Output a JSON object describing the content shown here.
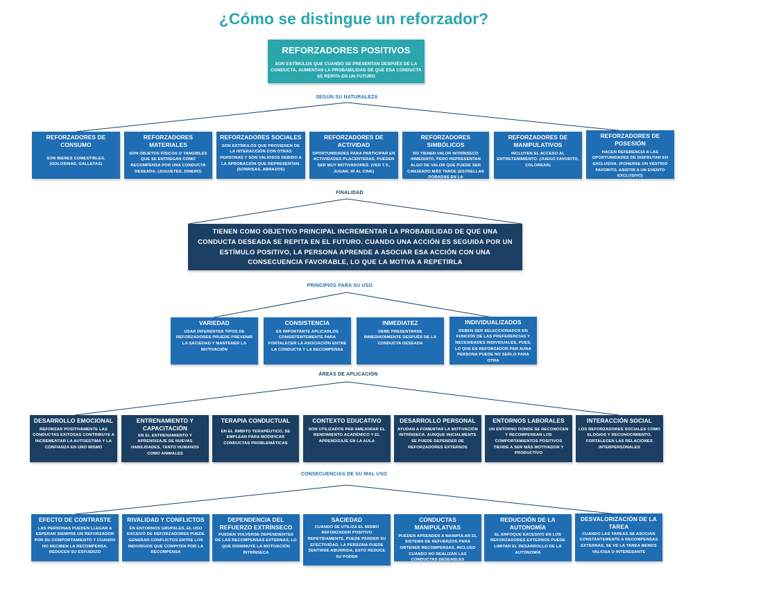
{
  "title": "¿Cómo se distingue un reforzador?",
  "top": {
    "heading": "REFORZADORES POSITIVOS",
    "text": "SON ESTÍMULOS QUE CUANDO SE PRESENTAN DESPUÉS DE LA CONDUCTA, AUMENTAN LA PROBABILIDAD DE QUE ESA CONDUCTA SE REPITA EN UN FUTURO"
  },
  "sections": {
    "naturaleza": "SEGÚN SU NATURALEZA",
    "finalidad": "FINALIDAD",
    "principios": "PRINCIPIOS PARA SU USO",
    "areas": "ÁREAS DE APLICACIÓN",
    "consecuencias": "CONSECUENCIAS DE SU MAL USO"
  },
  "naturaleza": [
    {
      "heading": "REFORZADORES DE CONSUMO",
      "text": "SON BIENES COMESTIBLES. (GOLOSINAS, GALLETAS)"
    },
    {
      "heading": "REFORZADORES MATERIALES",
      "text": "SON OBJETOS FÍSICOS O TANGIBLES QUE SE ENTREGAN COMO RECOMPENSA POR UNA CONDUCTA DESEADA. (JUGUETES, DINERO)"
    },
    {
      "heading": "REFORZADORES SOCIALES",
      "text": "SON ESTÍMULOS QUE PROVIENEN DE LA INTERACCIÓN CON OTRAS PERSONAS Y SON VALIOSOS DEBIDO A LA APROBACIÓN QUE REPRESENTAN. (SONRISAS, ABRAZOS)"
    },
    {
      "heading": "REFORZADORES DE ACTIVIDAD",
      "text": "OPORTUNIDADES PARA PARTICIPAR EN ACTIVIDADES PLACENTERAS, PUEDEN SER MUY MOTIVADORES. (VER T.V., JUGAR, IR AL CINE)"
    },
    {
      "heading": "REFORZADORES SIMBÓLICOS",
      "text": "NO TIENEN VALOR INTRÍNSECO INMEDIATO, PERO REPRESENTAN ALGO DE VALOR QUE PUEDE SER CANJEADO MÁS TARDE (ESTRELLAS DORADAS EN LA"
    },
    {
      "heading": "REFORZADORES DE MANIPULATIVOS",
      "text": "INCLUYEN EL ACCESO AL ENTRETENIMIENTO. (JUEGO FAVORITO, COLOREAR)"
    },
    {
      "heading": "REFORZADORES DE POSESIÓN",
      "text": "HACEN REFERENCIA A LAS OPORTUNIDADES DE DISFRUTAR EN EXCLUSIVA. (PONERSE UN VESTIDO FAVORITO, ASISTIR A UN EVENTO EXCLUSIVO)"
    }
  ],
  "finalidad": {
    "text": "TIENEN COMO OBJETIVO PRINCIPAL INCREMENTAR LA PROBABILIDAD DE QUE UNA CONDUCTA DESEADA SE REPITA EN EL FUTURO. CUANDO UNA ACCIÓN ES SEGUIDA POR UN ESTÍMULO POSITIVO, LA PERSONA APRENDE A ASOCIAR ESA ACCIÓN CON UNA CONSECUENCIA FAVORABLE, LO QUE LA MOTIVA A REPETIRLA"
  },
  "principios": [
    {
      "heading": "VARIEDAD",
      "text": "USAR DIFERENTES TIPOS DE REFORZADORES PRUEDE PREVENIR LA SACIEDAD Y MANTENER LA MOTIVACIÓN"
    },
    {
      "heading": "CONSISTENCIA",
      "text": "ES IMPORTANTE APLICARLOS CONSISTENTEMENTE PARA FORTALECER LA ASOCIACIÓN ENTRE LA CONDUCTA Y LA RECOMPENSA"
    },
    {
      "heading": "INMEDIATEZ",
      "text": "DEBE PRESENTARSE INMEDIATAMENTE DESPUÉS DE LA CONDUCTA DESEADA"
    },
    {
      "heading": "INDIVIDUALIZADOS",
      "text": "DEBEN SER SELECCIONADOS EN FUNCIÓN DE LAS PREFERENCIAS Y NECESIDADES INDIVIDUALES, PUES, LO QUE ES REFORZADOR PAR AUNA PERSONA PUEDE NO SERLO PARA OTRA"
    }
  ],
  "areas": [
    {
      "heading": "DESARROLLO EMOCIONAL",
      "text": "REFORZAR POSITIVAMENTE LAS CONDUCTAS EXITOSAS CONTRIBUYE A INCREMENTAR LA AUTOESTIMA Y LA CONFIANZA EN UNO MISMO"
    },
    {
      "heading": "ENTRENAMIENTO Y CAPACITACIÓN",
      "text": "EN EL ENTRENAMIENTO Y APRENDIZAJE DE NUEVAS HABILIDADES, TANTO HUMANOS COMO ANIMALES"
    },
    {
      "heading": "TERAPIA CONDUCTUAL",
      "text": "EN EL ÁMBITO TERAPÉUTICO, SE EMPLEAN PARA MODIFICAR CONDUCTAS PROBLEMÁTICAS"
    },
    {
      "heading": "CONTEXTO EDUCATIVO",
      "text": "SON UTILIZADOS PAR AMEJORAR EL RENDIMIENTO ACADÉMICO Y EL APRENDIZAJE EN LA AULA"
    },
    {
      "heading": "DESARROLLO PERSONAL",
      "text": "AYUDAN A FOMENTAR LA MOTIVACIÓN INTRÍNSECA. AUNQUE INICIALMENTE SE PUEDE DEPENDER DE REFORZADORES EXTERNOS"
    },
    {
      "heading": "ENTORNOS LABORALES",
      "text": "UN ENTORNO DONDE SE RECONOCEN Y RECOMPENSAN LOS COMPORTAMIENTOS POSITIVOS TIENDE A SER MÁS MOTIVADOR Y PRODUCTIVO"
    },
    {
      "heading": "INTERACCIÓN SOCIAL",
      "text": "LOS REFORZADORES SOCIALES COMO ELOGIOS Y RECONOCIMIENTO, FORTALECEN LAS RELACIONES INTERPERSONALES"
    }
  ],
  "consecuencias": [
    {
      "heading": "EFECTO DE CONTRASTE",
      "text": "LAS PERSONAS PUEDEN LLEGAR A ESPERAR SIEMPRE UN REFORZADOR POR SU COMPORTAMIENTO Y CUANDO NO RECIBEN LA RECOMPENSA, REDUCEN SU ESFUERZO"
    },
    {
      "heading": "RIVALIDAD Y CONFLICTOS",
      "text": "EN ENTORNOS GRUPALES, EL USO EXCSIVO DE REFORZADORES PUEDE GENERAR CONFLICTOS ENTRE LOS INDIVIDUOS QUE COMPITEN POR LA RECOMPENSA"
    },
    {
      "heading": "DEPENDENCIA DEL REFUERZO EXTRÍNSECO",
      "text": "PUEDEN VOLVERSE DEPENDIENTES DE LAS RECOMPENSAS EXTERNAS, LO QUE DISMINUYE LA MOTIVACIÓN INTRÍNSECA"
    },
    {
      "heading": "SACIEDAD",
      "text": "CUANDO SE UTILIZA EL MISMO REFORZADOR POSITIVO REPETIDAMENTE, PUEDE PERDER SU EFECTIVIDAD. LA PERSONA PUEDE SENTIRSE ABURRIDA, ESTO REDUCE SU PODER"
    },
    {
      "heading": "CONDUCTAS MANIPULATVAS",
      "text": "PUEDEN APRENDER A MANIPULAR EL SISTEMA DE REFUERZOS PARA OBTENER RECOMPENSAS, INCLUSO CUANDO NO REALIZAN LAS CONDUCTAS DESEABLES"
    },
    {
      "heading": "REDUCCIÓN DE LA AUTONOMÍA",
      "text": "EL ENFOQUE EXCESIVO EN LOS REFORZADORES EXTERNOS PUEDE LIMITAR EL DESARROLLO DE LA AUTONOMÍA"
    },
    {
      "heading": "DESVALORIZACIÓN DE LA TAREA",
      "text": "CUANDO LAS TAREAS SE ASOCIAN CONSTANTEMENTE A RECOMPENSAS EXTERNAS, SE VE LA TAREA MENOS VALIOSA O INTERESANTE"
    }
  ],
  "colors": {
    "teal": "#2aa6ac",
    "blue": "#1f6db3",
    "navy": "#1b3f62"
  }
}
